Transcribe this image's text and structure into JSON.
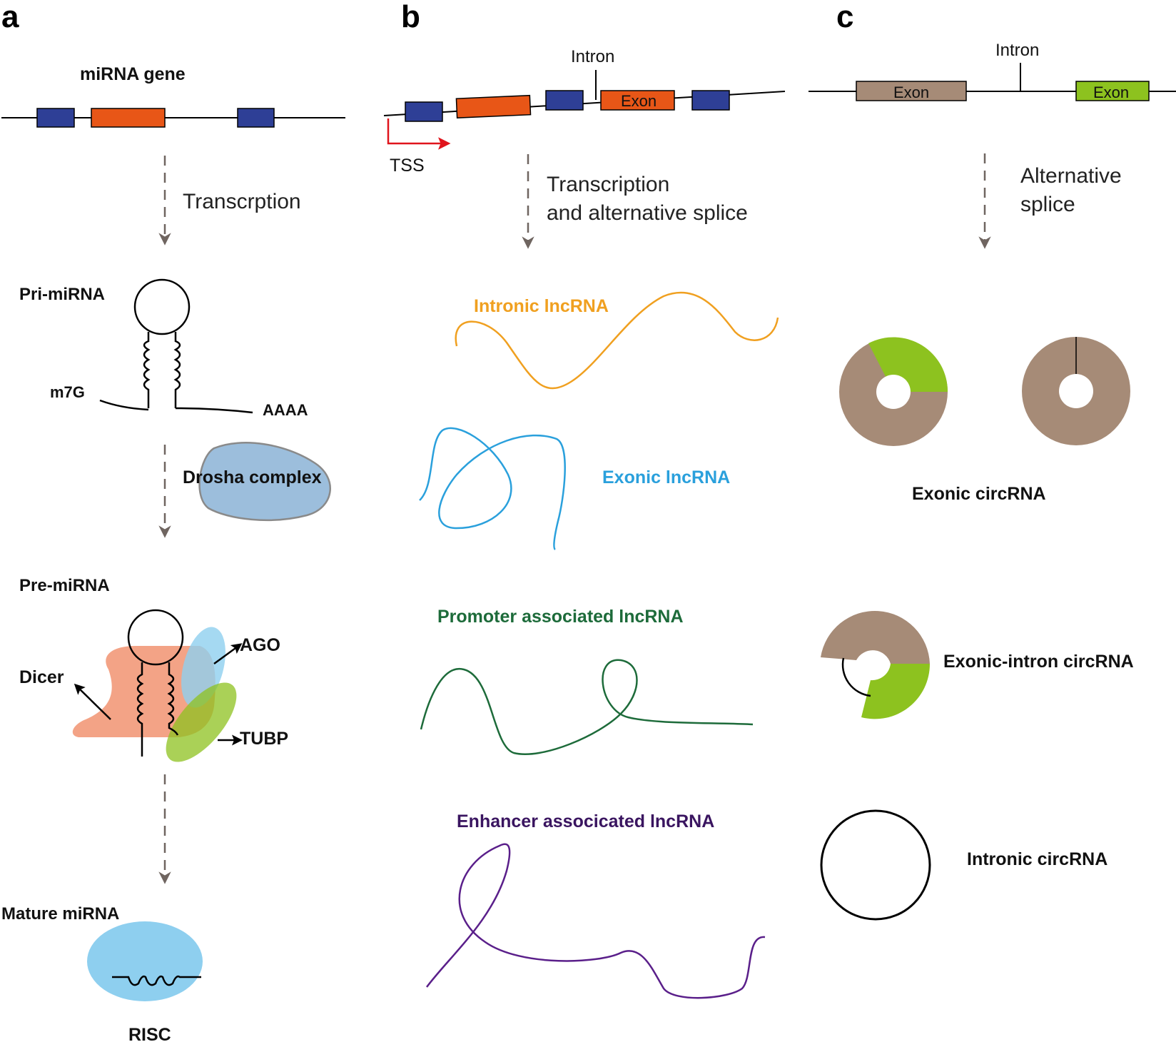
{
  "panels": {
    "a": "a",
    "b": "b",
    "c": "c"
  },
  "panel_a": {
    "gene": "miRNA gene",
    "step1": "Transcrption",
    "pri": "Pri-miRNA",
    "cap": "m7G",
    "tail": "AAAA",
    "drosha": "Drosha complex",
    "pre": "Pre-miRNA",
    "dicer": "Dicer",
    "ago": "AGO",
    "tubp": "TUBP",
    "mature": "Mature miRNA",
    "risc": "RISC"
  },
  "panel_b": {
    "intron": "Intron",
    "exon": "Exon",
    "tss": "TSS",
    "step1_line1": "Transcription",
    "step1_line2": "and alternative splice",
    "intronic": "Intronic lncRNA",
    "exonic": "Exonic lncRNA",
    "promoter": "Promoter associated lncRNA",
    "enhancer": "Enhancer associcated lncRNA"
  },
  "panel_c": {
    "intron": "Intron",
    "exon_left": "Exon",
    "exon_right": "Exon",
    "step1_line1": "Alternative",
    "step1_line2": "splice",
    "exonic_circ": "Exonic circRNA",
    "exon_intron_circ": "Exonic-intron circRNA",
    "intronic_circ": "Intronic circRNA"
  },
  "colors": {
    "blue_box": "#2e3f96",
    "orange_box": "#e85617",
    "brown_exon": "#a68b77",
    "green_exon": "#8dc21f",
    "intronic_lnc": "#f0a020",
    "exonic_lnc": "#2aa0dc",
    "promoter_lnc": "#1d6b3a",
    "enhancer_lnc": "#5a1f8a",
    "arrow": "#6f6560",
    "tss": "#e0141c",
    "risc": "#8ecfef",
    "drosha": "#9cbedc",
    "dicer": "#f3a386",
    "ago": "#8ecfef",
    "tubp": "#8dc21f"
  }
}
